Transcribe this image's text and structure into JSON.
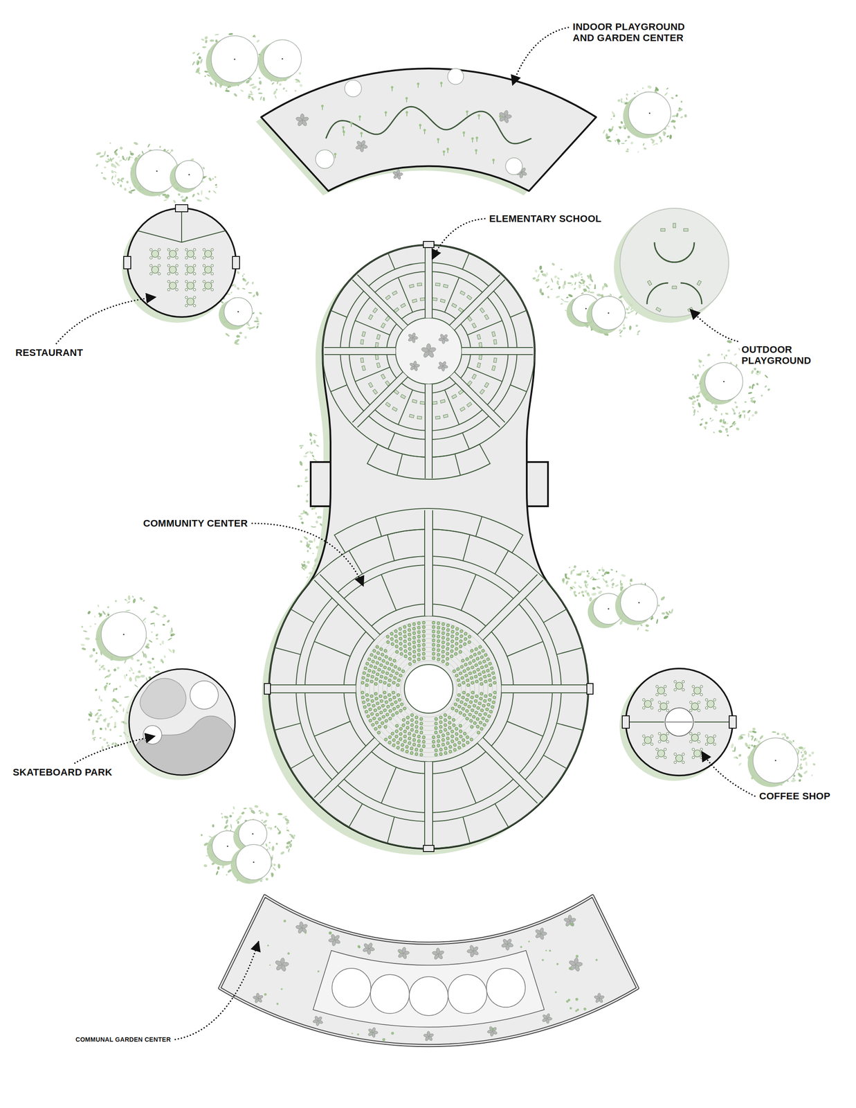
{
  "diagram": {
    "labels": [
      "INDOOR PLAYGROUND AND GARDEN CENTER",
      "ELEMENTARY SCHOOL",
      "RESTAURANT",
      "OUTDOOR PLAYGROUND",
      "COMMUNITY CENTER",
      "SKATEBOARD PARK",
      "COFFEE SHOP",
      "COMMUNAL GARDEN CENTER"
    ]
  }
}
